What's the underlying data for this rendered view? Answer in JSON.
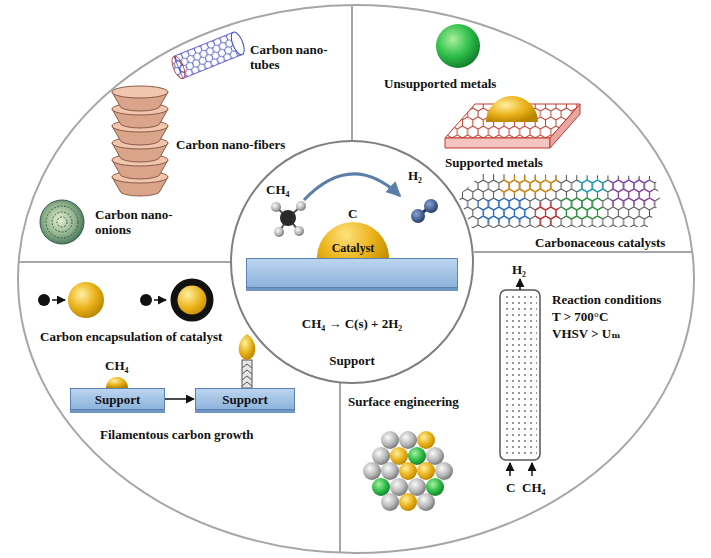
{
  "diagram": {
    "nodes": [
      {
        "text": [
          "CH₄ → C(s) + 2H₂"
        ]
      },
      {
        "text": [
          "Catalyst"
        ],
        "in": 0
      },
      {
        "text": [
          "Support"
        ],
        "in": 0
      },
      {
        "text": [
          "Support"
        ]
      },
      {
        "text": [
          "Support"
        ]
      }
    ],
    "edges": [
      {
        "from": 3,
        "to": 4,
        "arrow": "to"
      }
    ],
    "labels": [
      "Carbon nano-tubes",
      "Carbon nano-fibers",
      "Carbon nano-onions",
      "Unsupported metals",
      "Supported metals",
      "Carbonaceous catalysts",
      "CH₄",
      "H₂",
      "C",
      "Reaction conditions",
      "T > 700°C",
      "VHSV > Uₘ",
      "H₂",
      "C",
      "CH₄",
      "Surface engineering",
      "Carbon encapsulation of catalyst",
      "CH₄",
      "Filamentous carbon growth"
    ]
  }
}
